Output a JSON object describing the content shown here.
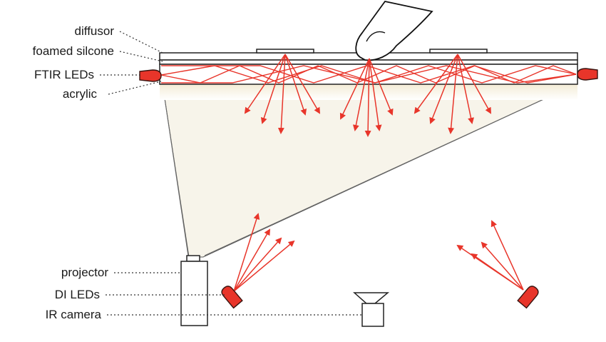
{
  "labels": {
    "diffusor": "diffusor",
    "foamed_silicone": "foamed silcone",
    "ftir_leds": "FTIR LEDs",
    "acrylic": "acrylic",
    "projector": "projector",
    "di_leds": "DI LEDs",
    "ir_camera": "IR camera"
  },
  "colors": {
    "light": "#e8352a",
    "outline": "#222222",
    "projection_cone": "#f7f4ea"
  },
  "icons": {
    "finger": "finger-icon",
    "camera": "ir-camera-icon",
    "projector": "projector-icon",
    "led": "led-icon"
  }
}
